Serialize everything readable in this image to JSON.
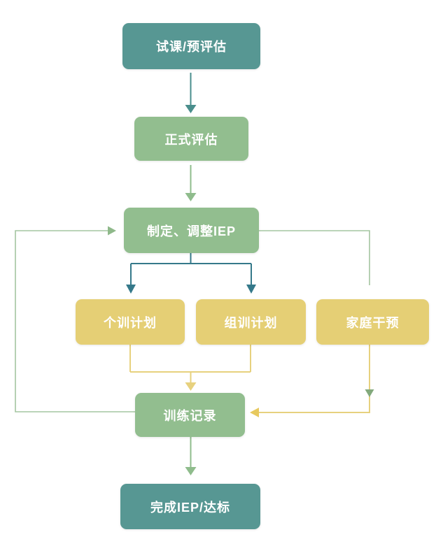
{
  "diagram": {
    "title": "IEP training process flowchart",
    "nodes": [
      {
        "id": "trial",
        "label": "试课/预评估",
        "type": "teal"
      },
      {
        "id": "formal",
        "label": "正式评估",
        "type": "green"
      },
      {
        "id": "iep",
        "label": "制定、调整IEP",
        "type": "green"
      },
      {
        "id": "individual",
        "label": "个训计划",
        "type": "yellow"
      },
      {
        "id": "group",
        "label": "组训计划",
        "type": "yellow"
      },
      {
        "id": "family",
        "label": "家庭干预",
        "type": "yellow"
      },
      {
        "id": "record",
        "label": "训练记录",
        "type": "green"
      },
      {
        "id": "complete",
        "label": "完成IEP/达标",
        "type": "teal"
      }
    ],
    "edges": [
      {
        "from": "trial",
        "to": "formal",
        "color": "#4A8E8C",
        "style": "arrow-down"
      },
      {
        "from": "formal",
        "to": "iep",
        "color": "#8FBC8C",
        "style": "arrow-down"
      },
      {
        "from": "iep",
        "to": "individual",
        "color": "#35798A",
        "style": "split-arrow-down"
      },
      {
        "from": "iep",
        "to": "group",
        "color": "#35798A",
        "style": "split-arrow-down"
      },
      {
        "from": "iep",
        "to": "family",
        "color": "#A4C5A0",
        "style": "elbow-right-down"
      },
      {
        "from": "individual",
        "to": "record",
        "color": "#E7D17E",
        "style": "merge-arrow-down"
      },
      {
        "from": "group",
        "to": "record",
        "color": "#E7D17E",
        "style": "merge-arrow-down"
      },
      {
        "from": "family",
        "to": "record",
        "color": "#E7D17E",
        "style": "elbow-down-left-arrow"
      },
      {
        "from": "record",
        "to": "iep",
        "color": "#A4C5A0",
        "style": "feedback-loop-left-arrow"
      },
      {
        "from": "record",
        "to": "complete",
        "color": "#8FBC8C",
        "style": "arrow-down"
      }
    ],
    "colors": {
      "node_teal": "#579793",
      "node_green": "#92BE8F",
      "node_yellow": "#E5CF75",
      "node_text": "#ffffff",
      "arrow_teal": "#4A8E8C",
      "arrow_teal_dark": "#35798A",
      "arrow_green": "#8FBC8C",
      "arrow_green_pale": "#A4C5A0",
      "arrow_yellow": "#E7D17E",
      "arrowhead_green_on_yellow": "#83A97C",
      "background": "#ffffff"
    }
  }
}
